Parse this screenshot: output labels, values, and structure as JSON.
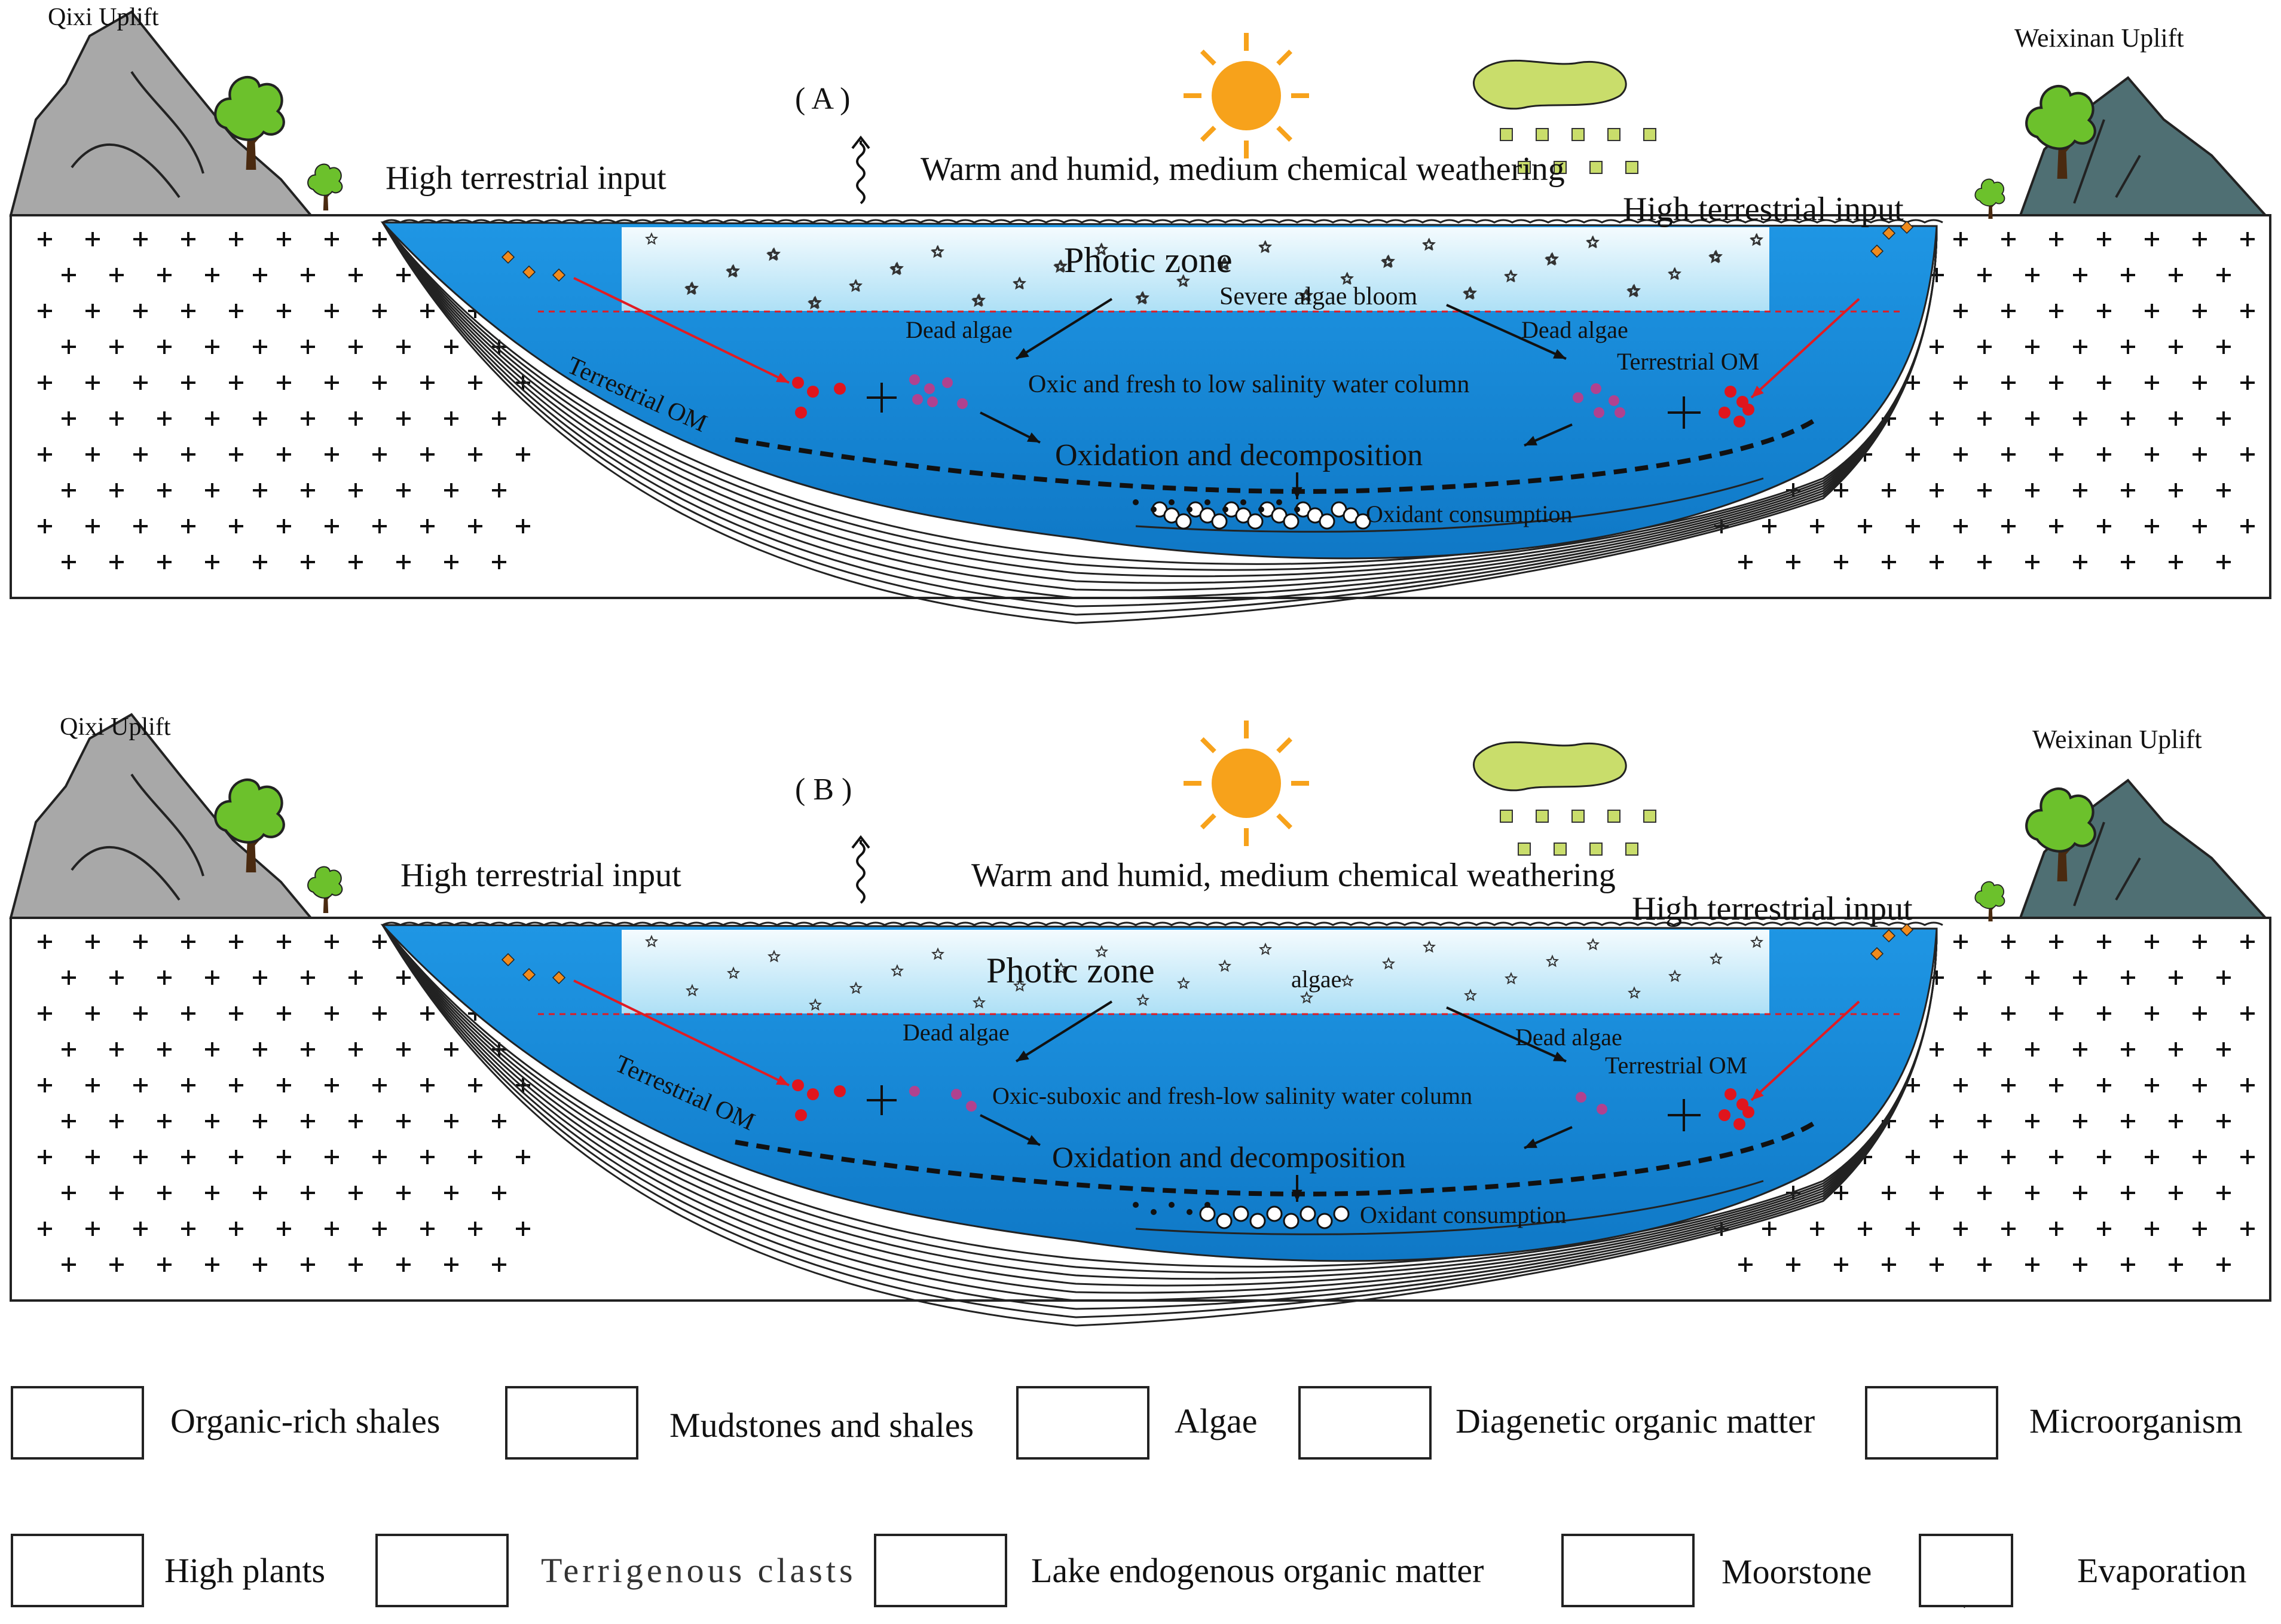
{
  "panels": [
    {
      "id": "A",
      "label": "( A )",
      "left_uplift": "Qixi Uplift",
      "right_uplift": "Weixinan Uplift",
      "left_input": "High terrestrial input",
      "right_input": "High terrestrial input",
      "climate": "Warm and humid, medium chemical weathering",
      "photic": "Photic zone",
      "algae_label": "Severe algae bloom",
      "dead_algae_left": "Dead algae",
      "dead_algae_right": "Dead algae",
      "terr_om_left": "Terrestrial OM",
      "terr_om_right": "Terrestrial OM",
      "water_column": "Oxic and fresh to low salinity  water column",
      "oxidation": "Oxidation and decomposition",
      "oxidant": "Oxidant consumption"
    },
    {
      "id": "B",
      "label": "( B )",
      "left_uplift": "Qixi Uplift",
      "right_uplift": "Weixinan Uplift",
      "left_input": "High terrestrial input",
      "right_input": "High terrestrial input",
      "climate": "Warm and humid, medium chemical weathering",
      "photic": "Photic zone",
      "algae_label": "algae",
      "dead_algae_left": "Dead algae",
      "dead_algae_right": "Dead algae",
      "terr_om_left": "Terrestrial OM",
      "terr_om_right": "Terrestrial OM",
      "water_column": "Oxic-suboxic and fresh-low salinity water column",
      "oxidation": "Oxidation and decomposition",
      "oxidant": "Oxidant consumption"
    }
  ],
  "legend": [
    {
      "key": "organic-rich-shales",
      "label": "Organic-rich shales",
      "icon": "organic-rich-shale-pattern"
    },
    {
      "key": "mudstones-shales",
      "label": "Mudstones and shales",
      "icon": "mudstone-pattern"
    },
    {
      "key": "algae",
      "label": "Algae",
      "icon": "algae-star-icon"
    },
    {
      "key": "diagenetic-om",
      "label": "Diagenetic organic matter",
      "icon": "open-circle-icon"
    },
    {
      "key": "microorganism",
      "label": "Microorganism",
      "icon": "dot-icon"
    },
    {
      "key": "high-plants",
      "label": "High plants",
      "icon": "tree-icon"
    },
    {
      "key": "terrigenous-clasts",
      "label": "Terrigenous clasts",
      "icon": "orange-diamond-icon"
    },
    {
      "key": "lake-endogenous-om",
      "label": "Lake endogenous organic matter",
      "icon": "purple-dot-icon"
    },
    {
      "key": "moorstone",
      "label": "Moorstone",
      "icon": "plus-pattern-icon"
    },
    {
      "key": "evaporation",
      "label": "Evaporation",
      "icon": "wavy-arrow-icon"
    }
  ],
  "colors": {
    "water_deep": "#1a8fe0",
    "water_light": "#dff2fb",
    "mountain_left": "#a8a8a8",
    "mountain_right": "#4f6f73",
    "sun": "#f7a21b",
    "cloud": "#c9dd6b",
    "terrestrial_om": "#e0151d",
    "lake_om": "#b0428f",
    "clast": "#f08a1c",
    "arrow_red": "#e11b22",
    "tree": "#6cc12c"
  }
}
